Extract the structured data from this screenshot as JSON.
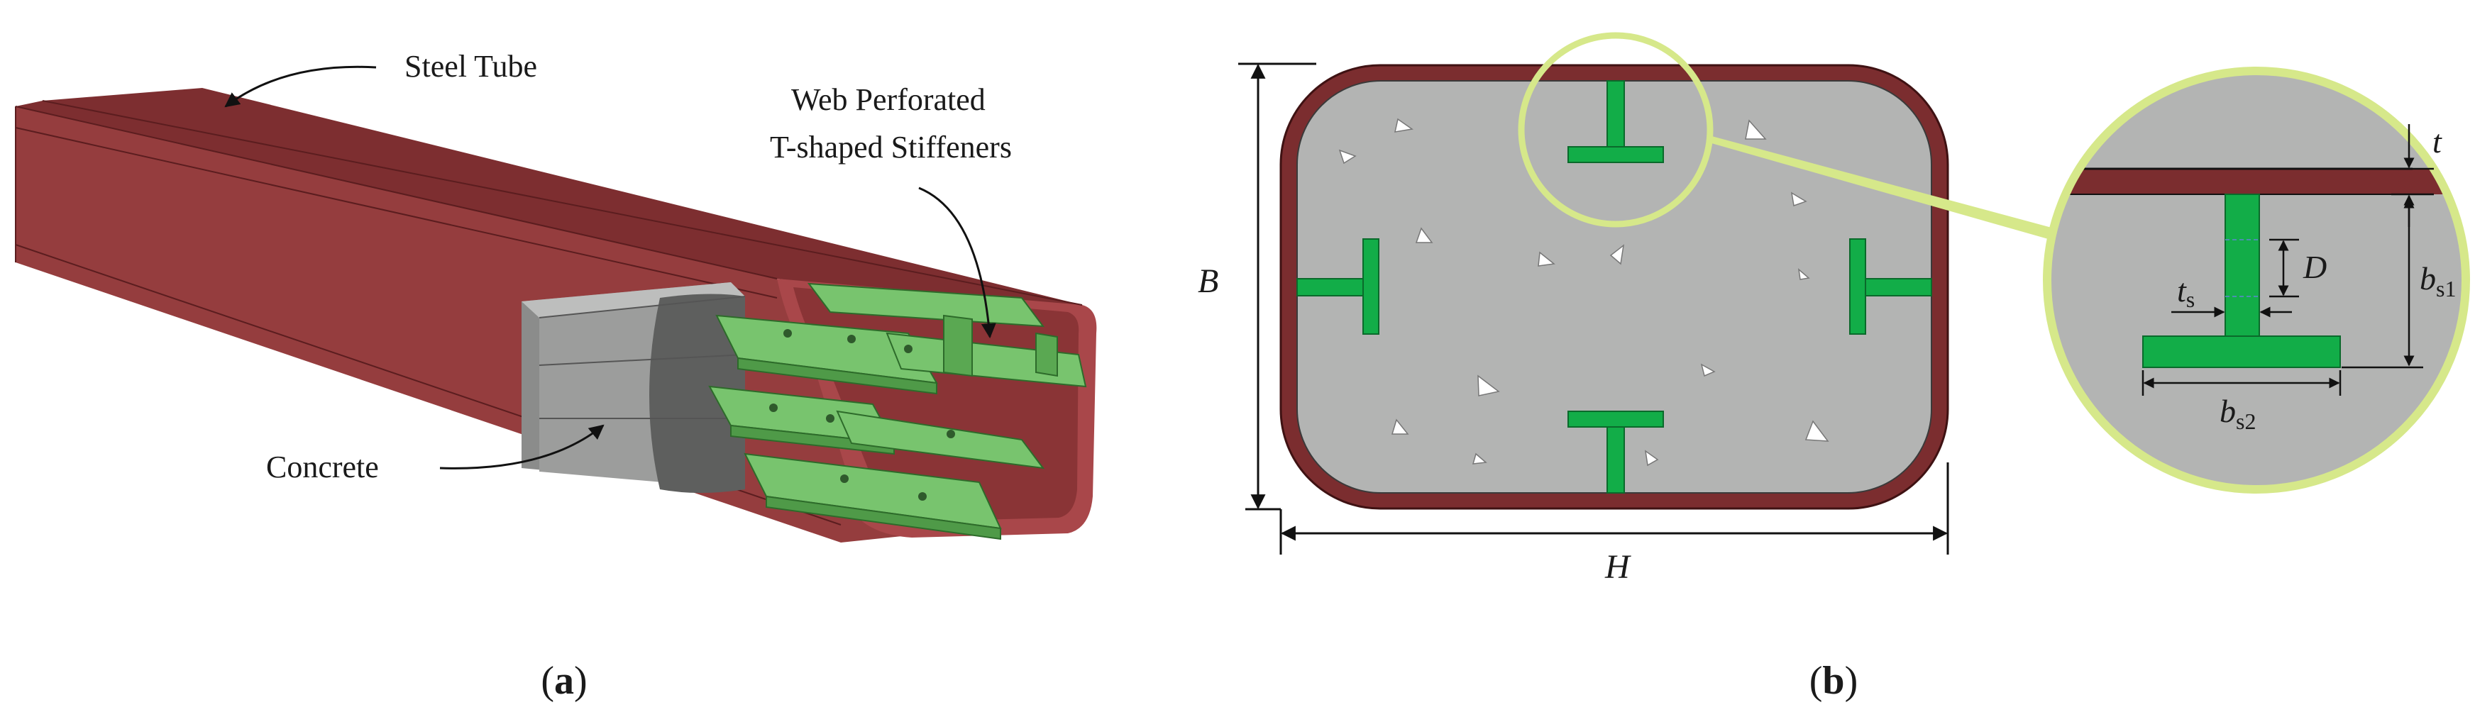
{
  "panel_a": {
    "caption_letter": "a",
    "labels": {
      "steel_tube": "Steel Tube",
      "stiffeners_line1": "Web Perforated",
      "stiffeners_line2": "T-shaped Stiffeners",
      "concrete": "Concrete"
    }
  },
  "panel_b": {
    "caption_letter": "b",
    "dimensions": {
      "B": "B",
      "H": "H",
      "t": "t",
      "D": "D",
      "ts_main": "t",
      "ts_sub": "s",
      "bs1_main": "b",
      "bs1_sub": "s1",
      "bs2_main": "b",
      "bs2_sub": "s2"
    }
  },
  "colors": {
    "steel": "#8e3a3b",
    "steel_dark": "#6e2628",
    "concrete": "#b2b3b2",
    "concrete_dark": "#7f807f",
    "stiffener": "#1fae4a",
    "stiffener_3d": "#6fbf6a",
    "highlight_ring": "#d6e88a"
  }
}
